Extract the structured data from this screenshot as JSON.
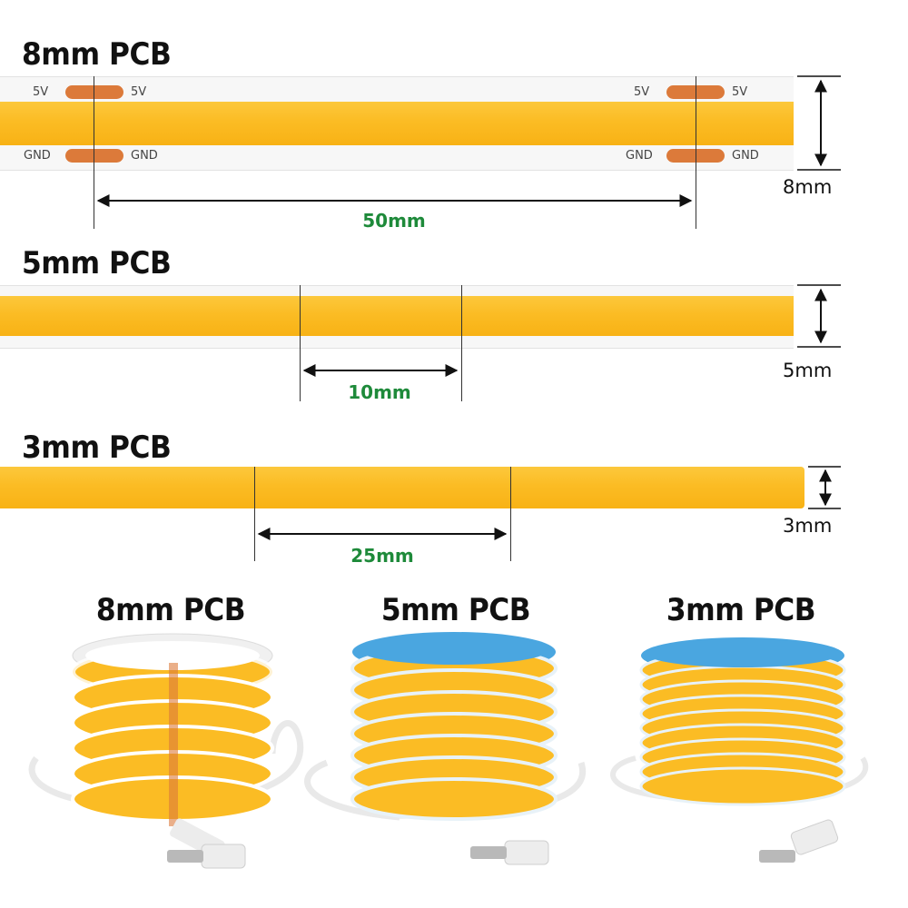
{
  "section_8mm": {
    "title": "8mm PCB",
    "pad_left_top_a": "5V",
    "pad_left_top_b": "5V",
    "pad_left_bottom_a": "GND",
    "pad_left_bottom_b": "GND",
    "pad_right_top_a": "5V",
    "pad_right_top_b": "5V",
    "pad_right_bottom_a": "GND",
    "pad_right_bottom_b": "GND",
    "cut_spacing": "50mm",
    "width_label": "8mm"
  },
  "section_5mm": {
    "title": "5mm PCB",
    "cut_spacing": "10mm",
    "width_label": "5mm"
  },
  "section_3mm": {
    "title": "3mm PCB",
    "cut_spacing": "25mm",
    "width_label": "3mm"
  },
  "reels": {
    "reel_8mm_label": "8mm PCB",
    "reel_5mm_label": "5mm PCB",
    "reel_3mm_label": "3mm PCB"
  },
  "colors": {
    "led_yellow": "#fbbc24",
    "copper_pad": "#dc7a3a",
    "dimension_green": "#1e8a3a",
    "reel_blue_backing": "#4aa6e0"
  }
}
